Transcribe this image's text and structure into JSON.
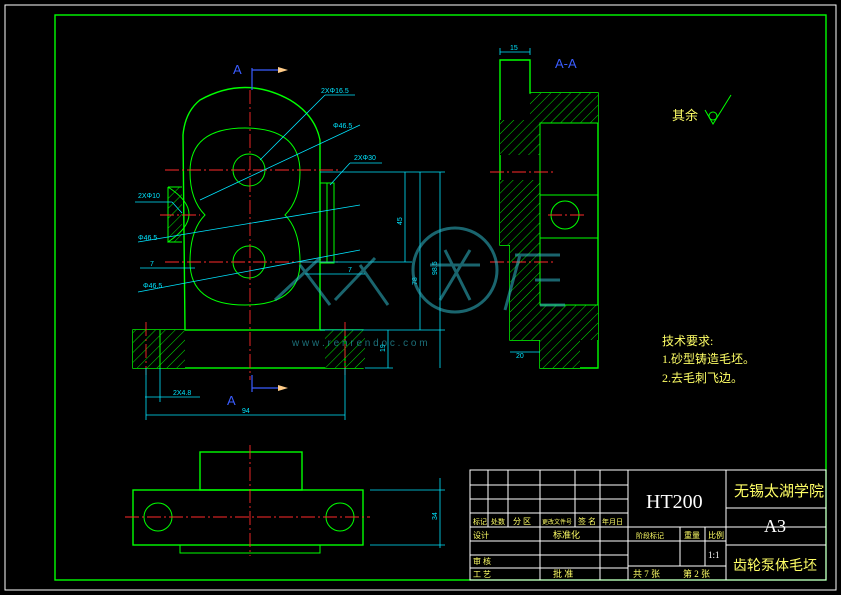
{
  "section": {
    "top_label": "A",
    "bottom_label": "A",
    "aa_label": "A-A"
  },
  "dimensions": {
    "d_2x_phi_16_5": "2XΦ16.5",
    "d_phi_46_5_top": "Φ46.5",
    "d_2x_m30": "2XΦ30",
    "d_2x_phi_10": "2XΦ10",
    "d_phi_46_5_left": "Φ46.5",
    "d_phi_46_5_bottom": "Φ46.5",
    "d_7_left": "7",
    "d_7_right": "7",
    "d_45": "45",
    "d_78": "78",
    "d_98_5": "98.5",
    "d_19": "19",
    "d_2x4_8": "2X4.8",
    "d_94": "94",
    "d_15": "15",
    "d_20": "20",
    "d_34": "34"
  },
  "surface": {
    "label": "其余"
  },
  "tech": {
    "title": "技术要求:",
    "line1": "1.砂型铸造毛坯。",
    "line2": "2.去毛刺飞边。"
  },
  "watermark": {
    "url": "w w w . r e n r e n d o c . c o m"
  },
  "title_block": {
    "material": "HT200",
    "school": "无锡太湖学院",
    "sheet_size": "A3",
    "part_name": "齿轮泵体毛坯",
    "scale": "1:1",
    "sheets": "共 7 张",
    "sheet_no": "第 2 张",
    "h_biaoji": "标记",
    "h_chushu": "处数",
    "h_fenqu": "分 区",
    "h_genggai": "更改文件号",
    "h_qianming": "签 名",
    "h_nianyueri": "年月日",
    "h_sheji": "设计",
    "h_biaozhunhua": "标准化",
    "h_shenhe": "审 核",
    "h_gongyi": "工 艺",
    "h_pizhun": "批 准",
    "h_jieduan": "阶段标记",
    "h_zhongliang": "重量",
    "h_bili": "比例"
  }
}
